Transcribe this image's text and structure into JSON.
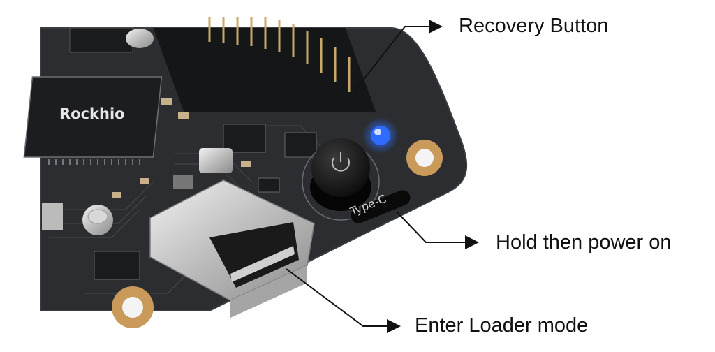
{
  "board": {
    "chip_brand": "Rockhio",
    "port_label": "Type-C"
  },
  "callouts": {
    "recovery": "Recovery Button",
    "hold": "Hold then power on",
    "loader": "Enter Loader mode"
  },
  "colors": {
    "background": "#ffffff",
    "pcb": "#2b2d30",
    "led": "#2f6bff",
    "text": "#111111"
  },
  "icons": {
    "power": "power-icon",
    "arrow": "arrow-right-icon"
  }
}
